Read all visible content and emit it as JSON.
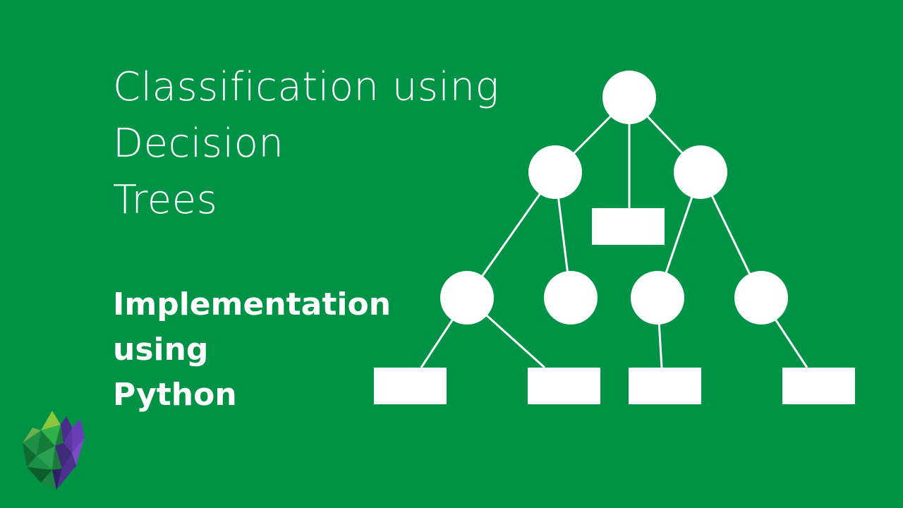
{
  "slide": {
    "background_color": "#009345",
    "title_lines": [
      "Classification using",
      "Decision",
      "Trees"
    ],
    "subtitle_lines": [
      "Implementation",
      "using",
      "Python"
    ]
  },
  "tree_diagram": {
    "node_color": "#ffffff",
    "decision_nodes": [
      "root",
      "left",
      "right",
      "left-left",
      "left-right",
      "right-left",
      "right-right"
    ],
    "leaf_nodes": [
      "root-leaf",
      "left-left-leaf-1",
      "left-left-leaf-2",
      "right-left-leaf",
      "right-right-leaf"
    ],
    "edges": [
      [
        "root",
        "left"
      ],
      [
        "root",
        "root-leaf"
      ],
      [
        "root",
        "right"
      ],
      [
        "left",
        "left-left"
      ],
      [
        "left",
        "left-right"
      ],
      [
        "right",
        "right-left"
      ],
      [
        "right",
        "right-right"
      ],
      [
        "left-left",
        "left-left-leaf-1"
      ],
      [
        "left-left",
        "left-left-leaf-2"
      ],
      [
        "right-left",
        "right-left-leaf"
      ],
      [
        "right-right",
        "right-right-leaf"
      ]
    ]
  },
  "logo": {
    "icon": "crystal-shield-logo-icon",
    "colors": [
      "#1a7a3c",
      "#2db34a",
      "#8cc63f",
      "#4a2c8a",
      "#6a3fb5"
    ]
  }
}
